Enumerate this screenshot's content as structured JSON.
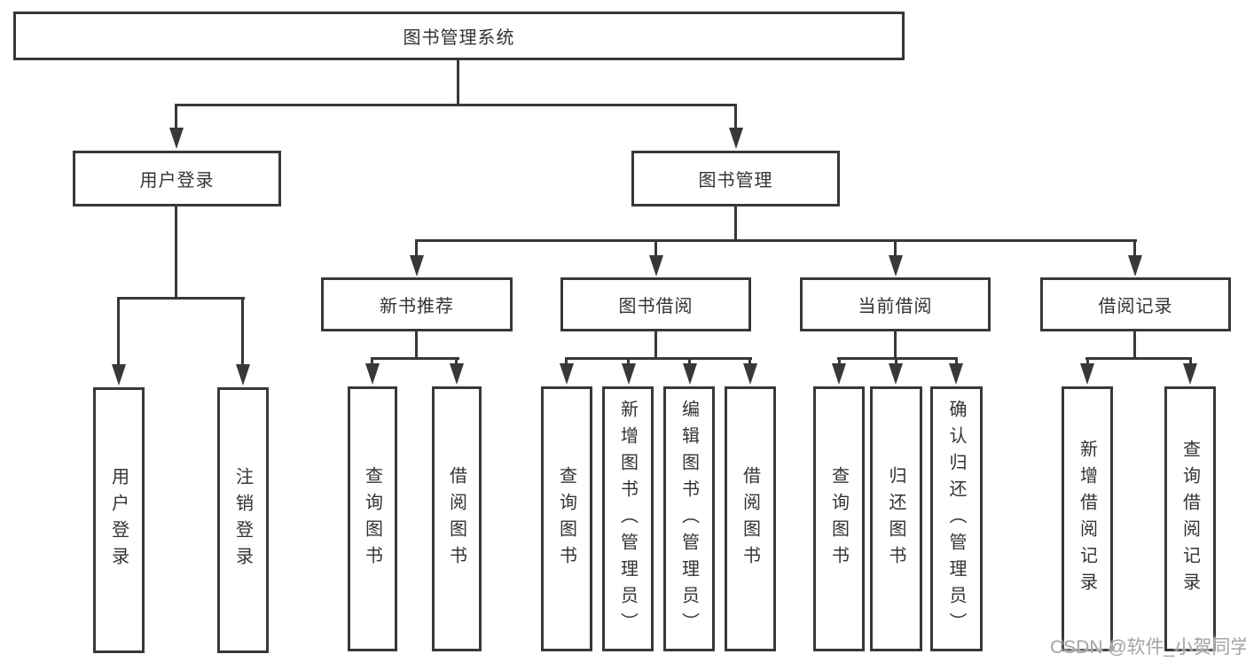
{
  "tree": {
    "root": "图书管理系统",
    "level2": [
      "用户登录",
      "图书管理"
    ],
    "level3": [
      "新书推荐",
      "图书借阅",
      "当前借阅",
      "借阅记录"
    ],
    "leaves": {
      "user_login": [
        "用户登录",
        "注销登录"
      ],
      "new_book_recommend": [
        "查询图书",
        "借阅图书"
      ],
      "book_borrowing": [
        "查询图书",
        "新增图书（管理员）",
        "编辑图书（管理员）",
        "借阅图书"
      ],
      "current_borrowing": [
        "查询图书",
        "归还图书",
        "确认归还（管理员）"
      ],
      "borrowing_records": [
        "新增借阅记录",
        "查询借阅记录"
      ]
    }
  },
  "watermark": {
    "text": "CSDN @软件_小贺同学",
    "color": "#a3a3a3"
  },
  "colors": {
    "line": "#383838",
    "box_border": "#383838",
    "text": "#333333",
    "background": "#ffffff"
  }
}
